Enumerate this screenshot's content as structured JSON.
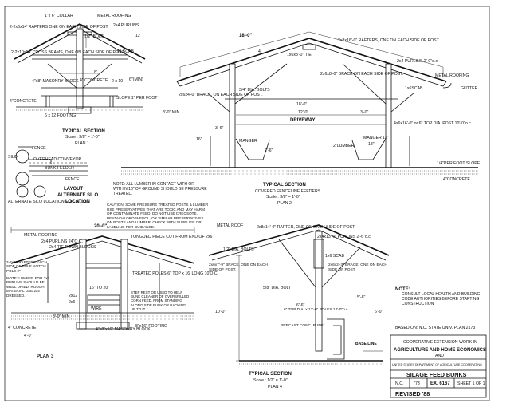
{
  "plan1": {
    "labels": {
      "collar": "1\"x 6\" COLLAR",
      "metal_roofing": "METAL ROOFING",
      "rafters": "2-2x6x14' RAFTERS ONE ON EACH SIDE OF POST",
      "purlins": "2x4 PURLINS",
      "bolt": "1/2\" BOLT",
      "cross_beams": "2-2x10x14' CROSS BEAMS, ONE ON EACH SIDE OF POST",
      "scab": "1x6 SCAB",
      "masonry": "4\"x8\" MASONRY BLOCK",
      "conc4": "4\" CONCRETE",
      "two10": "2 x 10",
      "min": "6\"(MIN)",
      "conc_left": "4\"CONCRETE",
      "footing": "6 x 12 FOOTING",
      "slope": "SLOPE 1\" PER FOOT",
      "dim12": "12",
      "dim8": "8'"
    },
    "title": "TYPICAL SECTION",
    "scale": "Scale : 3/8\" = 1'-0\"",
    "plan": "PLAN 1"
  },
  "layout": {
    "labels": {
      "fence": "FENCE",
      "silo": "SILO",
      "overhead_conveyor": "OVERHEAD CONVEYOR",
      "bunk_feeder": "BUNK FEEDER",
      "fence2": "FENCE",
      "alternate": "ALTERNATE SILO LOCATION FOR SILOS"
    },
    "title": "LAYOUT",
    "subtitle1": "ALTERNATE SILO",
    "subtitle2": "LOCATION"
  },
  "plan2": {
    "labels": {
      "dim18": "18'-0\"",
      "rafters": "2x8x16'-0\" RAFTERS, ONE ON EACH SIDE OF POST.",
      "tie": "1x6x3'-0\" TIE",
      "purlins": "2x4 PURLINS 2'-0\"o.c.",
      "brace_left": "2x6x4'-0\" BRACE, ON EACH SIDE OF POST.",
      "brace_right": "2x6x8'-0\" BRACE ON EACH SIDE OF POST.",
      "metal_roofing": "METAL ROOFING",
      "gutter": "GUTTER",
      "scab": "1x6SCAB",
      "bolts": "3/4\" DIA. BOLTS",
      "min": "8'-0\" MIN.",
      "dim18b": "18'-0\"",
      "dim12": "12'-0\"",
      "dim3": "3'-0\"",
      "driveway": "DRIVEWAY",
      "post": "4x6x16'-0\" or 6\" TOP DIA. POST 10'-0\"o.c.",
      "manger": "MANGER",
      "lumber": "2\"LUMBER",
      "dim3_6": "3'-6\"",
      "dim2_6": "2'-6\"",
      "dim18in": "18\"",
      "dim16in": "16\"",
      "dim12in": "12\"",
      "slope": "1/4\"PER FOOT SLOPE",
      "concrete": "4\"CONCRETE",
      "dim4": "4"
    },
    "title": "TYPICAL SECTION",
    "subtitle": "COVERED FENCELINE FEEDERS",
    "scale": "Scale : 3/8\" = 1'-0\"",
    "plan": "PLAN 2"
  },
  "notes_mid": {
    "note": "NOTE:  ALL LUMBER IN CONTACT WITH OR WITHIN 18\" OF GROUND SHOULD BE PRESSURE TREATED.",
    "caution": "CAUTION: SOME PRESSURE TREATED POSTS & LUMBER USE PRESERVATIVES THAT ARE TOXIC AND MAY HARM OR CONTAMINATE FEED. DO NOT USE CREOSOTE, PENTACHLOROPHENOL, OR SIMILAR PRESERVATIVES ON POSTS AND LUMBER. CHECK WITH SUPPLIER OR LABELING FOR GUIDANCE."
  },
  "plan3": {
    "labels": {
      "dim20": "20'-0\"",
      "metal_roofing": "METAL ROOFING",
      "purlins": "2x4 PURLINS 24\"O.C.",
      "tie_down": "2x4 TIE-DOWN BLOCKS",
      "tongue": "TONGUED PIECE CUT FROM END OF 2x6",
      "rafters": "2-2x10 RAFTERS EACH SIDE OF POLE NOTCH POLE 2\"",
      "note": "NOTE: LUMBER FOR 2x4 PURLINS SHOULD BE WELL DRIED. ROUGH MATERIAL USE 2x4 DRESSED.",
      "treated": "TREATED POLES-6\" TOP x 16' LONG 10'O.C.",
      "dim16": "16\" TO 20\"",
      "step_rest": "STEP REST OR USED TO HELP BUNK CLEANER OF OVERSPILLED CORN FEED, FROM STANDING ALONG SIDE BUNK OR BACKING UP TO IT.",
      "dim_min": "8'-0\" MIN.",
      "masonry": "4\"x8\"x16\" MASONRY BLOCK",
      "footing": "8\"x16\" FOOTING",
      "conc": "4\" CONCRETE",
      "dim_bottom": "4'-0\"",
      "two12": "2x12",
      "two6": "2x6",
      "wire": "WIRE"
    },
    "plan": "PLAN 3"
  },
  "plan4": {
    "labels": {
      "metal_roof": "METAL ROOF",
      "rafter": "2x8x14'-0\" RAFTER, ONE ON EACH SIDE OF POST.",
      "purlins": "2x4x13'-0\" PURLINS 2'-6\"o.c.",
      "bolts_top": "1/2\" DIA. BOLTS",
      "scab": "1x6 SCAB",
      "brace_left": "2x6x7'-9\" BRACE, ONE ON EACH SIDE OF POST.",
      "brace_right": "2x6x2'-3\" BRACE, ONE ON EACH SIDE OF POST.",
      "bolt_mid": "5/8\" DIA. BOLT",
      "dim10": "10'-0\"",
      "dim6_6": "6'-6\"",
      "dim5_6": "5'-6\"",
      "dim6": "6'-0\"",
      "poles": "6\" TOP DIA. x 12'-0\" POLES 12'-0\"o.c.",
      "precast": "PRECAST CONC. BUNK",
      "base": "BASE LINE"
    },
    "title": "TYPICAL SECTION",
    "scale": "Scale : 1/2\" = 1'-0\"",
    "plan": "PLAN 4"
  },
  "notes_right": {
    "note_head": "NOTE:",
    "note_body": "CONSULT LOCAL HEALTH AND BUILDING CODE AUTHORITIES BEFORE STARTING CONSTRUCTION",
    "based": "BASED ON: N.C. STATE UNIV. PLAN 2173"
  },
  "title_block": {
    "coop1": "COOPERATIVE EXTENSION WORK IN",
    "coop2": "AGRICULTURE AND HOME ECONOMICS",
    "and": "AND",
    "agencies": "UNITED STATES DEPARTMENT OF AGRICULTURE COOPERATING",
    "drawing_title": "SILAGE FEED BUNKS",
    "state": "N.C.",
    "year": "'73",
    "ex": "EX. 6167",
    "sheet": "SHEET 1 OF 1",
    "revised": "REVISED '88"
  }
}
